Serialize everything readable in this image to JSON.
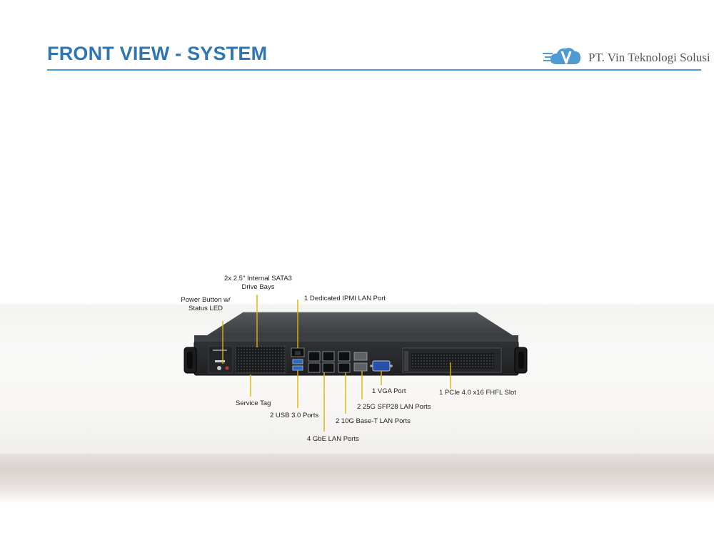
{
  "header": {
    "title": "FRONT VIEW - SYSTEM",
    "logo_text": "PT. Vin Teknologi Solusi",
    "logo_letter": "V"
  },
  "colors": {
    "title": "#2e75b6",
    "rule": "#4f9ad0",
    "chassis": "#2b2d30",
    "chassis_top": "#3a3d41"
  },
  "callouts": {
    "drive_bays": "2x 2.5\" Internal  SATA3\nDrive Bays",
    "power_button": "Power Button w/\nStatus LED",
    "ipmi_port": "1 Dedicated IPMI LAN Port",
    "service_tag": "Service Tag",
    "usb_ports": "2 USB 3.0 Ports",
    "gbe_ports": "4 GbE LAN Ports",
    "base_t_ports": "2 10G Base-T LAN Ports",
    "sfp_ports": "2 25G SFP28 LAN Ports",
    "vga_port": "1 VGA Port",
    "pcie_slot": "1 PCIe 4.0 x16 FHFL Slot"
  }
}
